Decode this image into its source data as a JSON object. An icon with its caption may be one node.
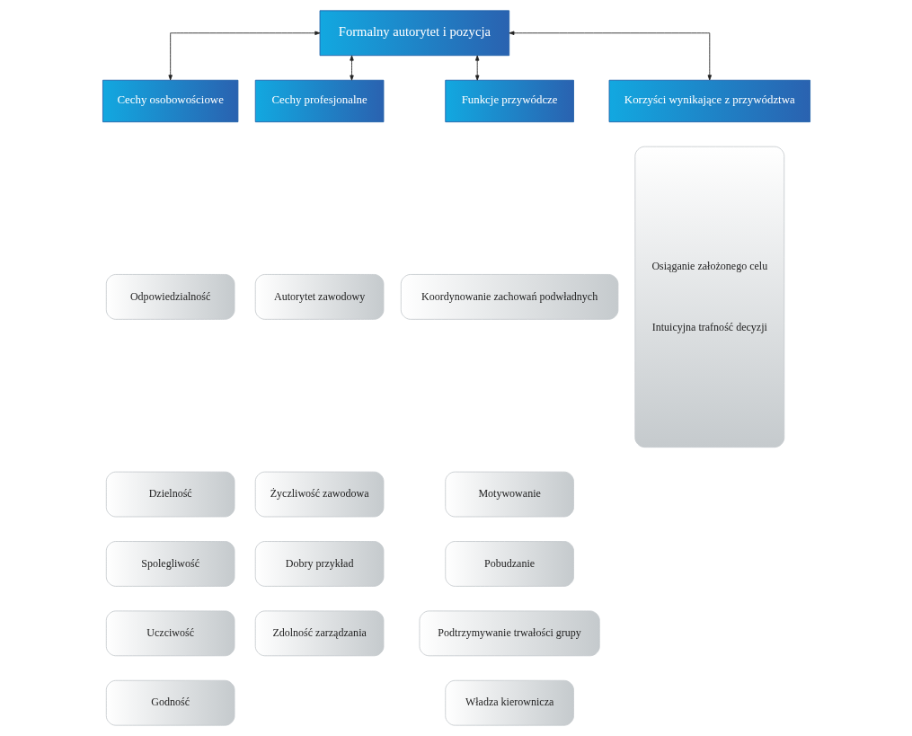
{
  "diagram": {
    "nodes": [
      {
        "text": [
          "Formalny autorytet i pozycja"
        ]
      },
      {
        "text": [
          "Cechy osobowościowe"
        ]
      },
      {
        "text": [
          "Cechy profesjonalne"
        ]
      },
      {
        "text": [
          "Funkcje przywódcze"
        ]
      },
      {
        "text": [
          "Korzyści wynikające z przywództwa"
        ]
      },
      {
        "text": [
          "Odpowiedzialność"
        ]
      },
      {
        "text": [
          "Dzielność"
        ]
      },
      {
        "text": [
          "Spolegliwość"
        ]
      },
      {
        "text": [
          "Uczciwość"
        ]
      },
      {
        "text": [
          "Godność"
        ]
      },
      {
        "text": [
          "Autorytet zawodowy"
        ]
      },
      {
        "text": [
          "Życzliwość zawodowa"
        ]
      },
      {
        "text": [
          "Dobry przykład"
        ]
      },
      {
        "text": [
          "Zdolność zarządzania"
        ]
      },
      {
        "text": [
          "Koordynowanie zachowań podwładnych"
        ]
      },
      {
        "text": [
          "Motywowanie"
        ]
      },
      {
        "text": [
          "Pobudzanie"
        ]
      },
      {
        "text": [
          "Podtrzymywanie trwałości grupy"
        ]
      },
      {
        "text": [
          "Władza kierownicza"
        ]
      },
      {
        "text": [
          "Osiąganie założonego celu",
          "Intuicyjna trafność decyzji"
        ]
      }
    ],
    "edges": [
      {
        "from": 0,
        "to": 1,
        "arrow": "both"
      },
      {
        "from": 0,
        "to": 2,
        "arrow": "both"
      },
      {
        "from": 0,
        "to": 3,
        "arrow": "both"
      },
      {
        "from": 0,
        "to": 4,
        "arrow": "both"
      }
    ]
  }
}
